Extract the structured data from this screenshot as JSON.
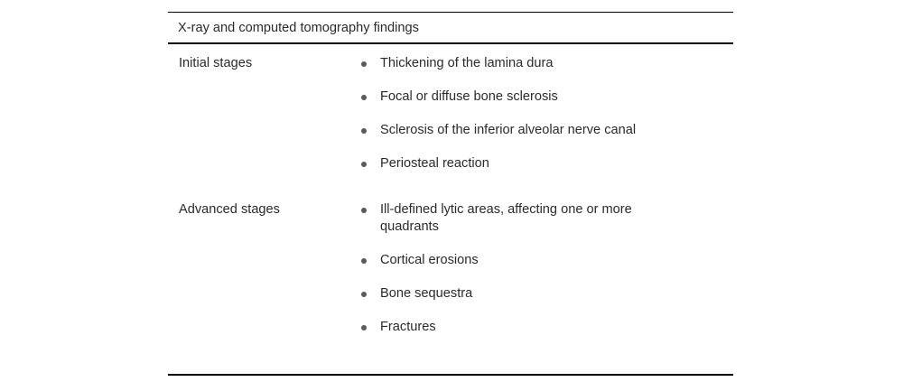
{
  "table": {
    "header": "X-ray and computed tomography findings",
    "groups": [
      {
        "label": "Initial stages",
        "items": [
          "Thickening of the lamina dura",
          "Focal or diffuse bone sclerosis",
          "Sclerosis of the inferior alveolar nerve canal",
          "Periosteal reaction"
        ]
      },
      {
        "label": "Advanced stages",
        "items": [
          "Ill-defined lytic areas, affecting one or more quadrants",
          "Cortical erosions",
          "Bone sequestra",
          "Fractures"
        ]
      }
    ]
  },
  "colors": {
    "rule": "#000000",
    "text": "#2b2b2b",
    "bullet": "#5a5a5a",
    "background": "#ffffff"
  }
}
